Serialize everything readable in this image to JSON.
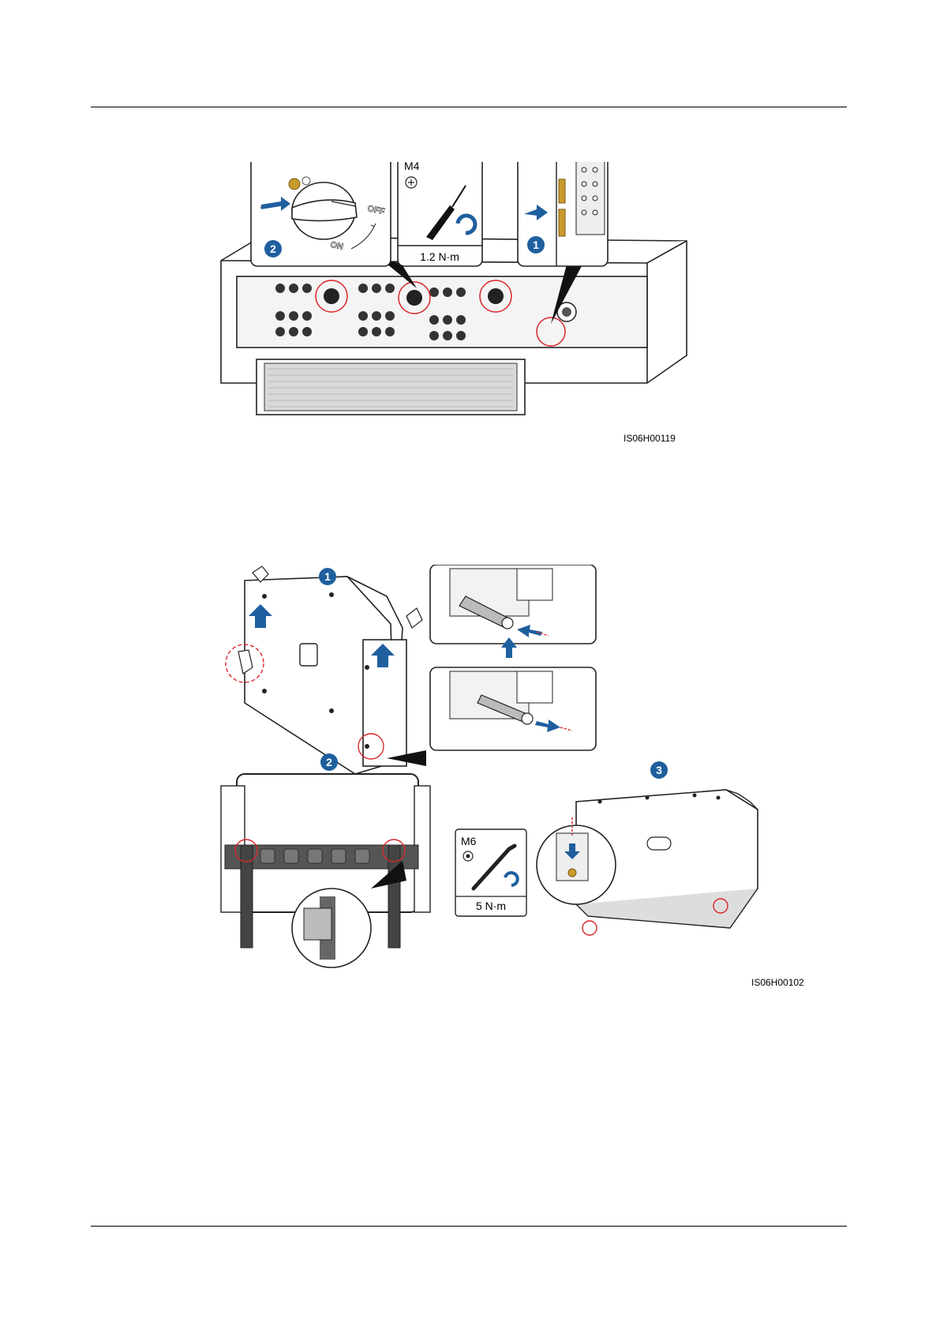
{
  "figure1": {
    "id": "IS06H00119",
    "steps": [
      "1",
      "2"
    ],
    "tool": {
      "bit": "M4",
      "torque": "1.2 N·m"
    },
    "switch": {
      "off_label": "OFF",
      "on_label": "ON"
    }
  },
  "figure2": {
    "id": "IS06H00102",
    "steps": [
      "1",
      "2",
      "3"
    ],
    "tool": {
      "bit": "M6",
      "torque": "5 N·m"
    }
  },
  "colors": {
    "accent_blue": "#1f5f9e",
    "highlight_red": "#d9262a",
    "screw_gold": "#c99a2e"
  }
}
